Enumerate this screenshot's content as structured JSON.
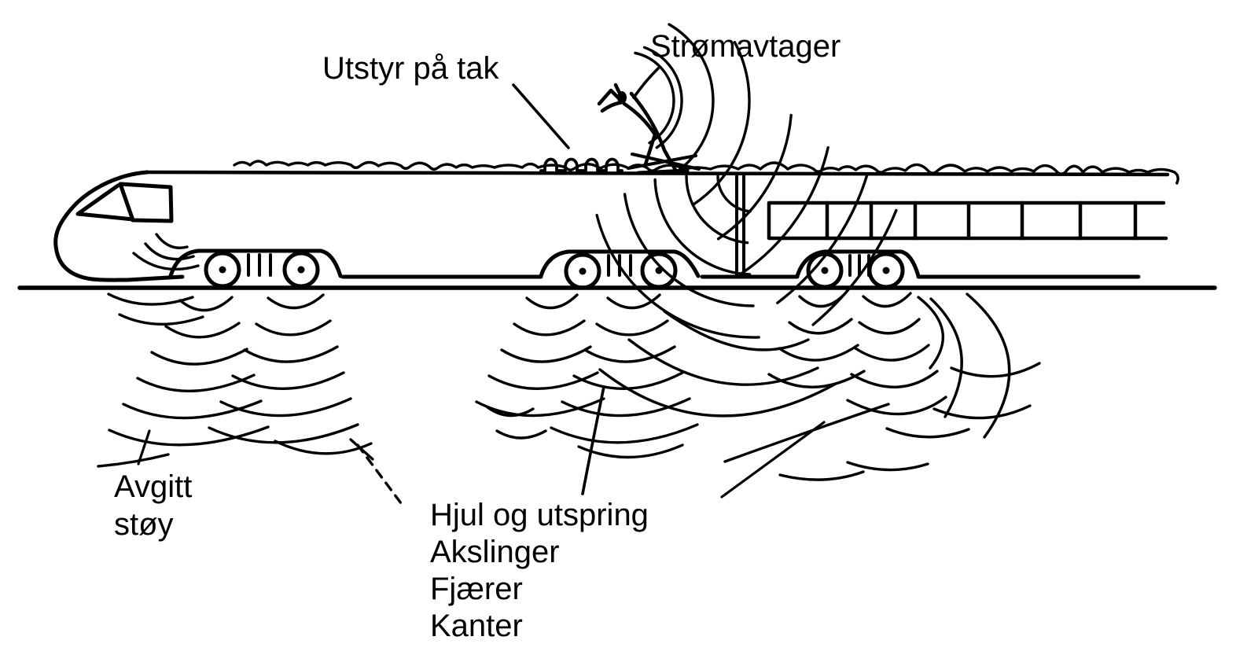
{
  "diagram": {
    "background": "#ffffff",
    "ink": "#000000",
    "labels": {
      "roof_equipment": "Utstyr på tak",
      "pantograph": "Strømavtager",
      "emitted_noise": [
        "Avgitt",
        "støy"
      ],
      "wheel_sources": [
        "Hjul og utspring",
        "Akslinger",
        "Fjærer",
        "Kanter"
      ]
    }
  }
}
